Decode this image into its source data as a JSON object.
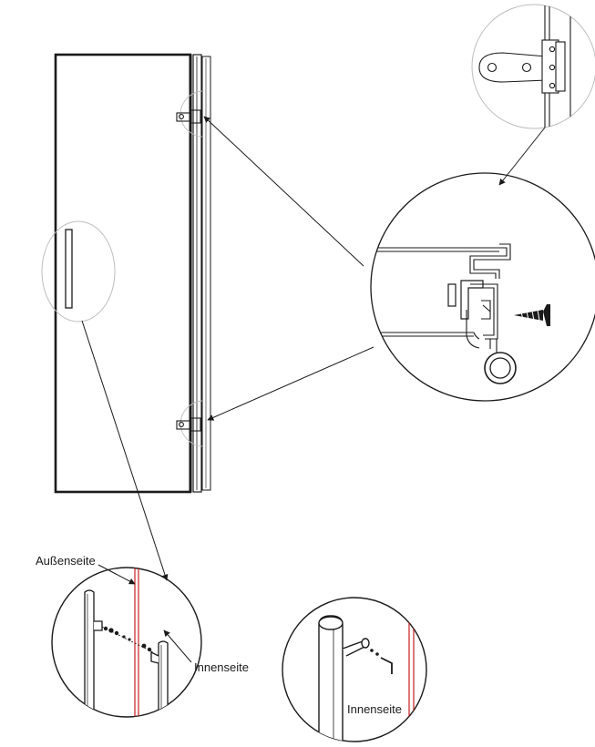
{
  "labels": {
    "outside": "Außenseite",
    "inside_left": "Innenseite",
    "inside_right": "Innenseite"
  },
  "colors": {
    "line": "#1a1a1a",
    "red": "#c81e1e",
    "light_line": "#9a9a9a"
  }
}
